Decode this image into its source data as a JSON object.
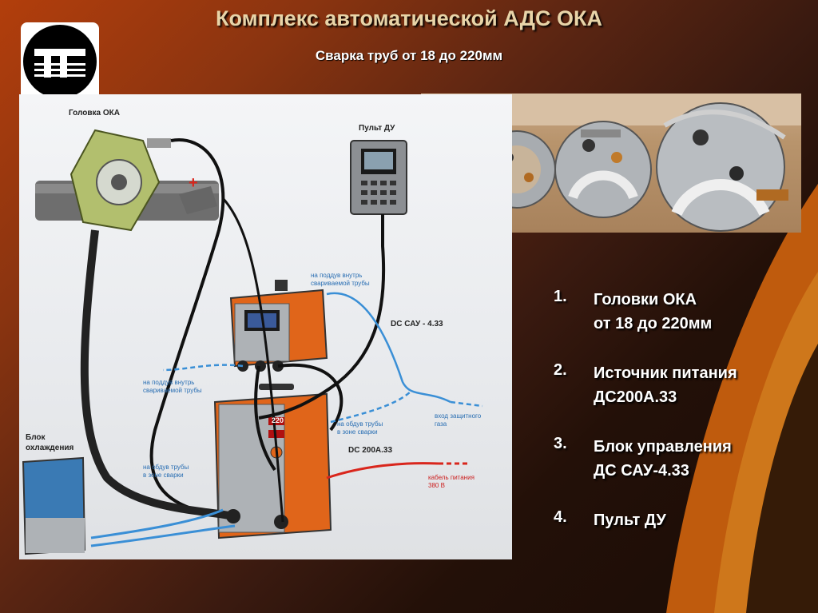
{
  "slide": {
    "title": "Комплекс автоматической АДС ОКА",
    "subtitle": "Сварка труб от 18 до 220мм"
  },
  "diagram": {
    "labels": {
      "head": "Головка ОКА",
      "remote": "Пульт ДУ",
      "cooling_1": "Блок",
      "cooling_2": "охлаждения",
      "plus": "+",
      "gas_in_1": "на поддув внутрь",
      "gas_in_2": "свариваемой трубы",
      "gas_in_b1": "на поддув внутрь",
      "gas_in_b2": "свариваемой трубы",
      "gas_out_1": "на обдув трубы",
      "gas_out_2": "в зоне сварки",
      "gas_out_b1": "на обдув трубы",
      "gas_out_b2": "в зоне сварки",
      "gas_inlet_1": "вход защитного",
      "gas_inlet_2": "газа",
      "controller": "DC САУ - 4.33",
      "power": "DC 200A.33",
      "cable_1": "кабель питания",
      "cable_2": "380 В",
      "display_value": "220"
    }
  },
  "list": [
    {
      "num": "1.",
      "lines": [
        "Головки ОКА",
        "от 18 до 220мм"
      ]
    },
    {
      "num": "2.",
      "lines": [
        "Источник питания",
        "ДС200А.33"
      ]
    },
    {
      "num": "3.",
      "lines": [
        "Блок управления",
        "ДС САУ-4.33"
      ]
    },
    {
      "num": "4.",
      "lines": [
        "Пульт ДУ"
      ]
    }
  ],
  "colors": {
    "title": "#e8d4a8",
    "accent_orange": "#e0651a",
    "hose_blue": "#3a8fd6",
    "cable_red": "#d9261c"
  }
}
